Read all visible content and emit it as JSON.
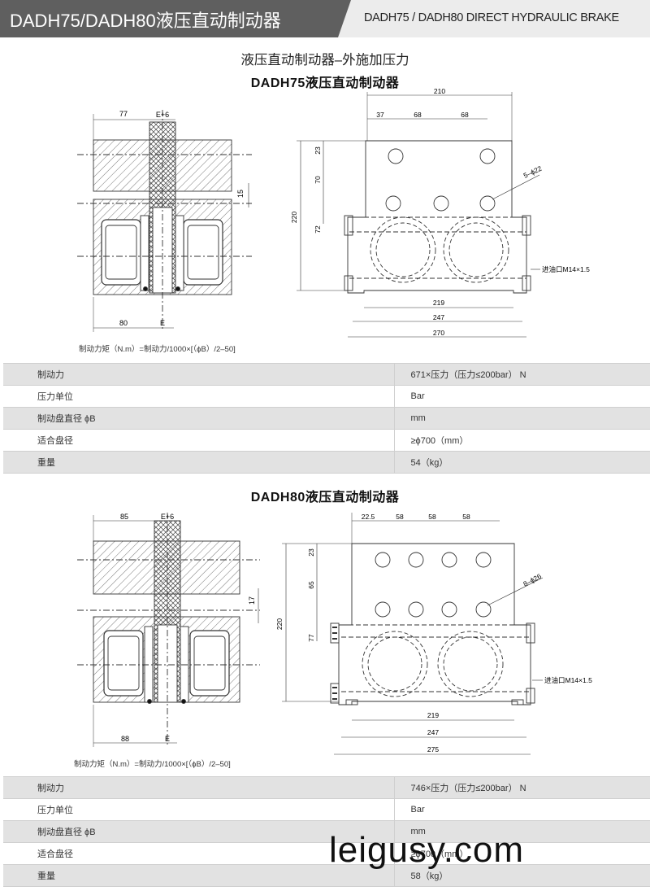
{
  "header": {
    "title": "DADH75/DADH80液压直动制动器",
    "subtitle": "DADH75 / DADH80 DIRECT HYDRAULIC BRAKE"
  },
  "main_heading": "液压直动制动器–外施加压力",
  "watermark": "leigusy.com",
  "products": [
    {
      "model_heading": "DADH75液压直动制动器",
      "side_view": {
        "dim_top_left": "77",
        "dim_top_slot": "E+6",
        "dim_right": "15",
        "dim_bottom_left": "80",
        "dim_bottom_slot": "E"
      },
      "front_view": {
        "dim_width_top": "210",
        "dim_37": "37",
        "dim_68a": "68",
        "dim_68b": "68",
        "dim_height_total": "220",
        "dim_23": "23",
        "dim_70": "70",
        "dim_72": "72",
        "hole_callout": "5–ϕ22",
        "port_callout": "进油口M14×1.5",
        "dim_219": "219",
        "dim_247": "247",
        "dim_270": "270"
      },
      "formula": "制动力矩（N.m）=制动力/1000×[（ϕB）/2–50]",
      "specs": [
        {
          "label": "制动力",
          "value": "671×压力（压力≤200bar） N"
        },
        {
          "label": "压力单位",
          "value": "Bar"
        },
        {
          "label": "制动盘直径 ϕB",
          "value": "mm"
        },
        {
          "label": "适合盘径",
          "value": "≥ϕ700（mm）"
        },
        {
          "label": "重量",
          "value": "54（kg）"
        }
      ]
    },
    {
      "model_heading": "DADH80液压直动制动器",
      "side_view": {
        "dim_top_left": "85",
        "dim_top_slot": "E+6",
        "dim_right": "17",
        "dim_bottom_left": "88",
        "dim_bottom_slot": "E"
      },
      "front_view": {
        "dim_22_5": "22.5",
        "dim_58a": "58",
        "dim_58b": "58",
        "dim_58c": "58",
        "dim_height_total": "220",
        "dim_23": "23",
        "dim_65": "65",
        "dim_77": "77",
        "hole_callout": "8–ϕ26",
        "port_callout": "进油口M14×1.5",
        "dim_219": "219",
        "dim_247": "247",
        "dim_275": "275"
      },
      "formula": "制动力矩（N.m）=制动力/1000×[（ϕB）/2–50]",
      "specs": [
        {
          "label": "制动力",
          "value": "746×压力（压力≤200bar） N"
        },
        {
          "label": "压力单位",
          "value": "Bar"
        },
        {
          "label": "制动盘直径 ϕB",
          "value": "mm"
        },
        {
          "label": "适合盘径",
          "value": "≥ϕ700（mm）"
        },
        {
          "label": "重量",
          "value": "58（kg）"
        }
      ]
    }
  ]
}
